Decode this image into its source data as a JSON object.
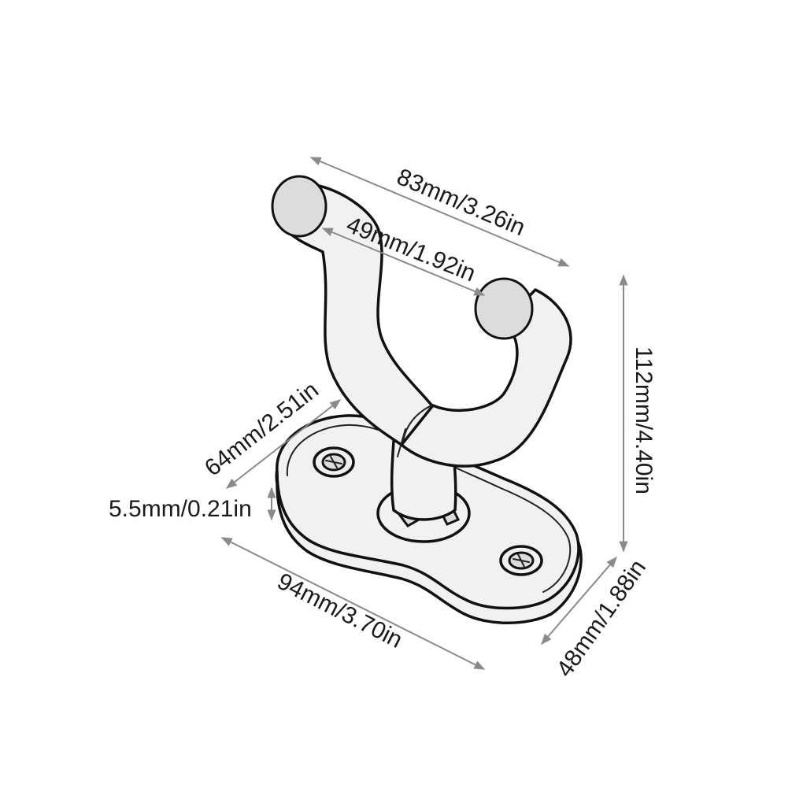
{
  "dimensions": {
    "top_width": "83mm/3.26in",
    "arm_span": "49mm/1.92in",
    "height": "112mm/4.40in",
    "plate_depth_left": "64mm/2.51in",
    "plate_thickness": "5.5mm/0.21in",
    "plate_length": "94mm/3.70in",
    "plate_width_right": "48mm/1.88in"
  },
  "colors": {
    "dimension_line": "#8a8a8a",
    "outline": "#111111",
    "fill": "#f1f1f1"
  }
}
